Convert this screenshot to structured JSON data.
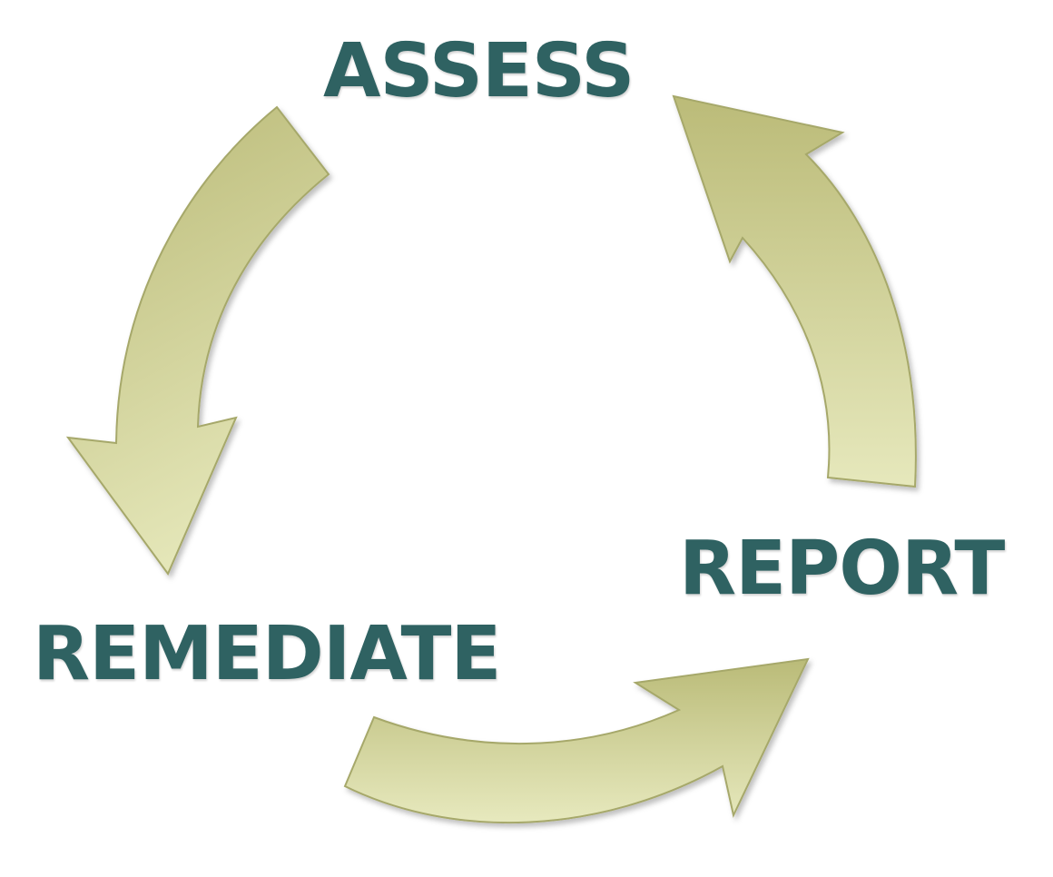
{
  "stages": {
    "assess": "ASSESS",
    "remediate": "REMEDIATE",
    "report": "REPORT"
  },
  "colors": {
    "label_text": "#2f6262",
    "arrow_fill_dark": "#bdbd7c",
    "arrow_fill_light": "#e6e8bc",
    "arrow_outline": "#9fa262",
    "background": "#ffffff"
  }
}
